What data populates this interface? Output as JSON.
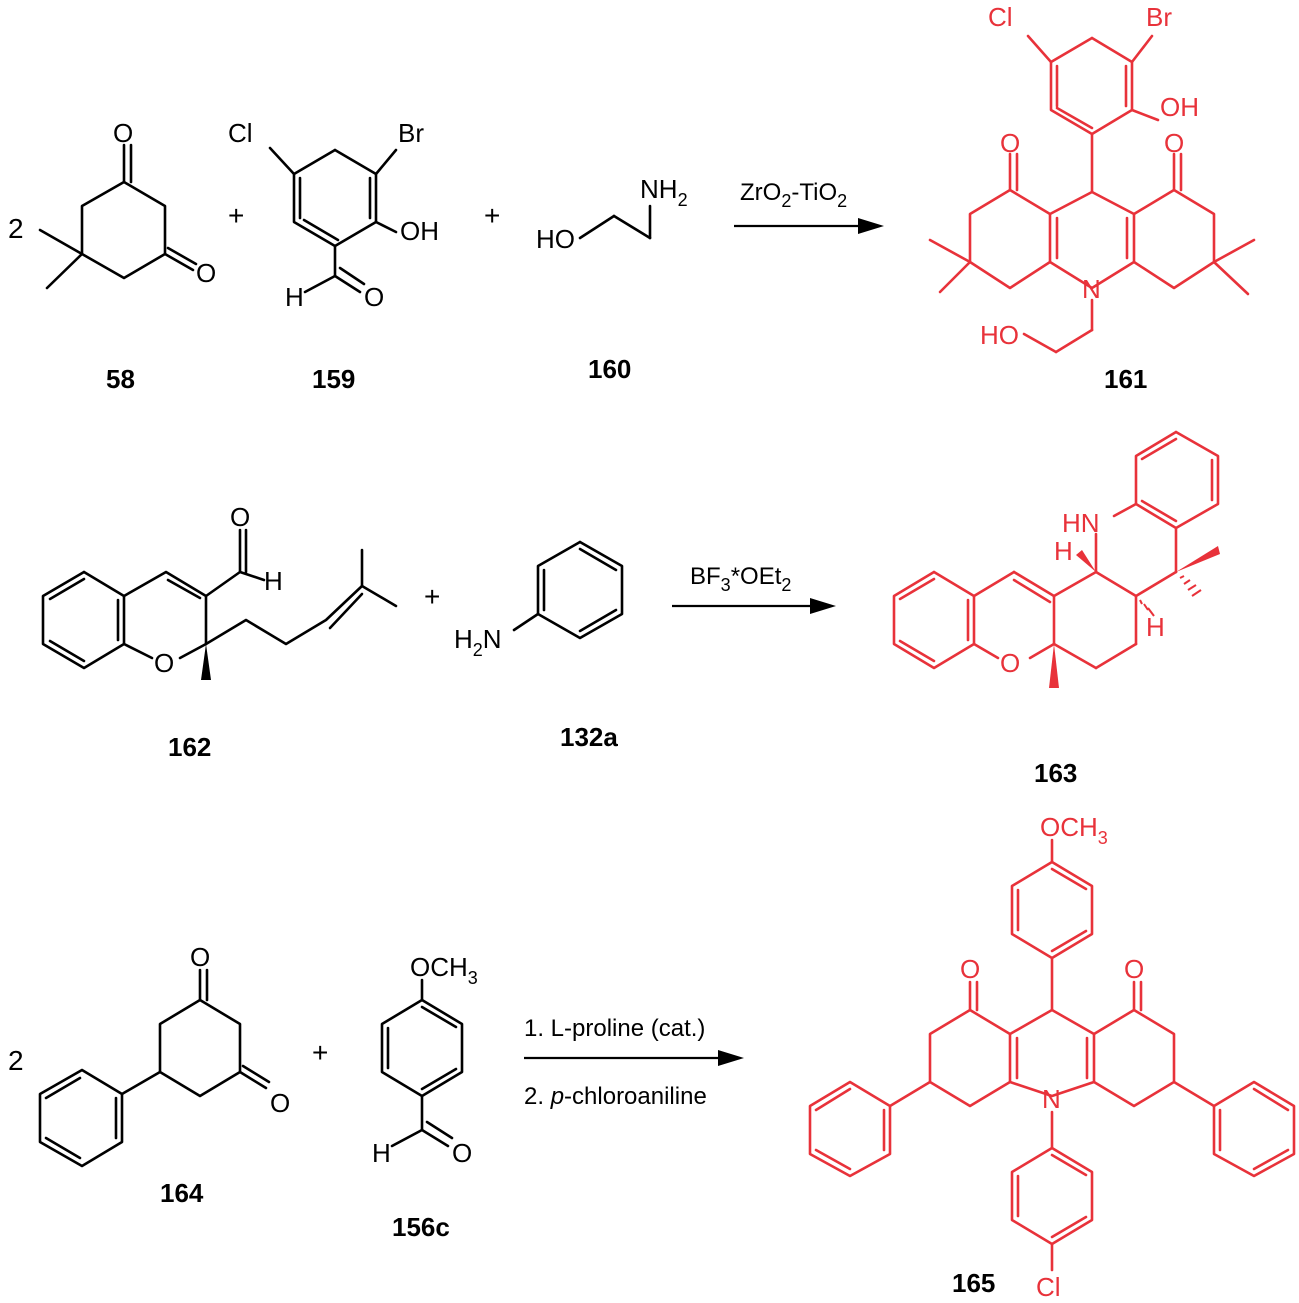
{
  "colors": {
    "reactant": "#000000",
    "product": "#e8323a"
  },
  "reaction1": {
    "coefficient": "2",
    "plus": "+",
    "labels": {
      "dione": "58",
      "aldehyde": "159",
      "amine": "160",
      "product": "161"
    },
    "conditions": {
      "c1": "ZrO",
      "c1_sub": "2",
      "c1_b": "-TiO",
      "c1_sub2": "2"
    }
  },
  "reaction2": {
    "plus": "+",
    "labels": {
      "chromene": "162",
      "aniline": "132a",
      "product": "163"
    },
    "conditions": {
      "c1": "BF",
      "c1_sub": "3",
      "c1_b": "*OEt",
      "c1_sub2": "2"
    }
  },
  "reaction3": {
    "coefficient": "2",
    "plus": "+",
    "labels": {
      "dione": "164",
      "aldehyde": "156c",
      "product": "165"
    },
    "conditions": {
      "line1": "1. L-proline (cat.)",
      "line2_prefix": "2. ",
      "line2_italic": "p",
      "line2_rest": "-chloroaniline"
    }
  },
  "atoms": {
    "O": "O",
    "Cl": "Cl",
    "Br": "Br",
    "OH": "OH",
    "H": "H",
    "HO": "HO",
    "N": "N",
    "NH": "NH",
    "NH_sub": "2",
    "H2N_h": "H",
    "H2N_sub": "2",
    "H2N_n": "N",
    "HN": "HN",
    "OCH": "OCH",
    "OCH_sub": "3"
  }
}
